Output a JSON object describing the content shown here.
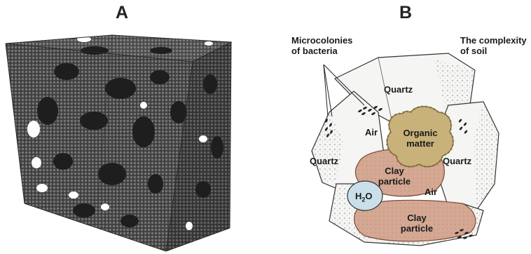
{
  "panels": {
    "a": {
      "letter": "A"
    },
    "b": {
      "letter": "B",
      "title": [
        "The complexity",
        "of soil"
      ],
      "microcolonies": [
        "Microcolonies",
        "of bacteria"
      ],
      "quartz_top": "Quartz",
      "quartz_left": "Quartz",
      "quartz_right": "Quartz",
      "air_left": "Air",
      "air_bottom": "Air",
      "organic": [
        "Organic",
        "matter"
      ],
      "clay_top": [
        "Clay",
        "particle"
      ],
      "clay_bottom": [
        "Clay",
        "particle"
      ],
      "water": {
        "base": "H",
        "sub": "2",
        "tail": "O"
      }
    }
  },
  "colors": {
    "rock": "#4a4a4a",
    "pore": "#ffffff",
    "quartz": "#f5f5f3",
    "clay": "#d4a893",
    "organic": "#c9b27a",
    "water": "#c9e0ea"
  }
}
